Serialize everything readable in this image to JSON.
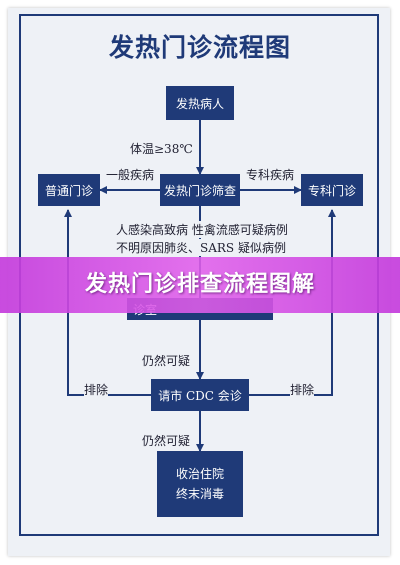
{
  "title": "发热门诊流程图",
  "nodes": {
    "patient": "发热病人",
    "screening": "发热门诊筛查",
    "general_clinic": "普通门诊",
    "specialist_clinic": "专科门诊",
    "room_fragment": "诊室",
    "cdc_consult": "请市 CDC 会诊",
    "treat_line1": "收治住院",
    "treat_line2": "终末消毒"
  },
  "edges": {
    "temperature": "体温≥38℃",
    "general_disease": "一般疾病",
    "specialist_disease": "专科疾病",
    "condition_line1": "人感染高致病  性禽流感可疑病例",
    "condition_line2": "不明原因肺炎、SARS 疑似病例",
    "still_suspicious_1": "仍然可疑",
    "still_suspicious_2": "仍然可疑",
    "excluded_left": "排除",
    "excluded_right": "排除"
  },
  "banner": {
    "text": "发热门诊排查流程图解"
  },
  "colors": {
    "box": "#1f3a78",
    "banner": "#d04fe0"
  }
}
